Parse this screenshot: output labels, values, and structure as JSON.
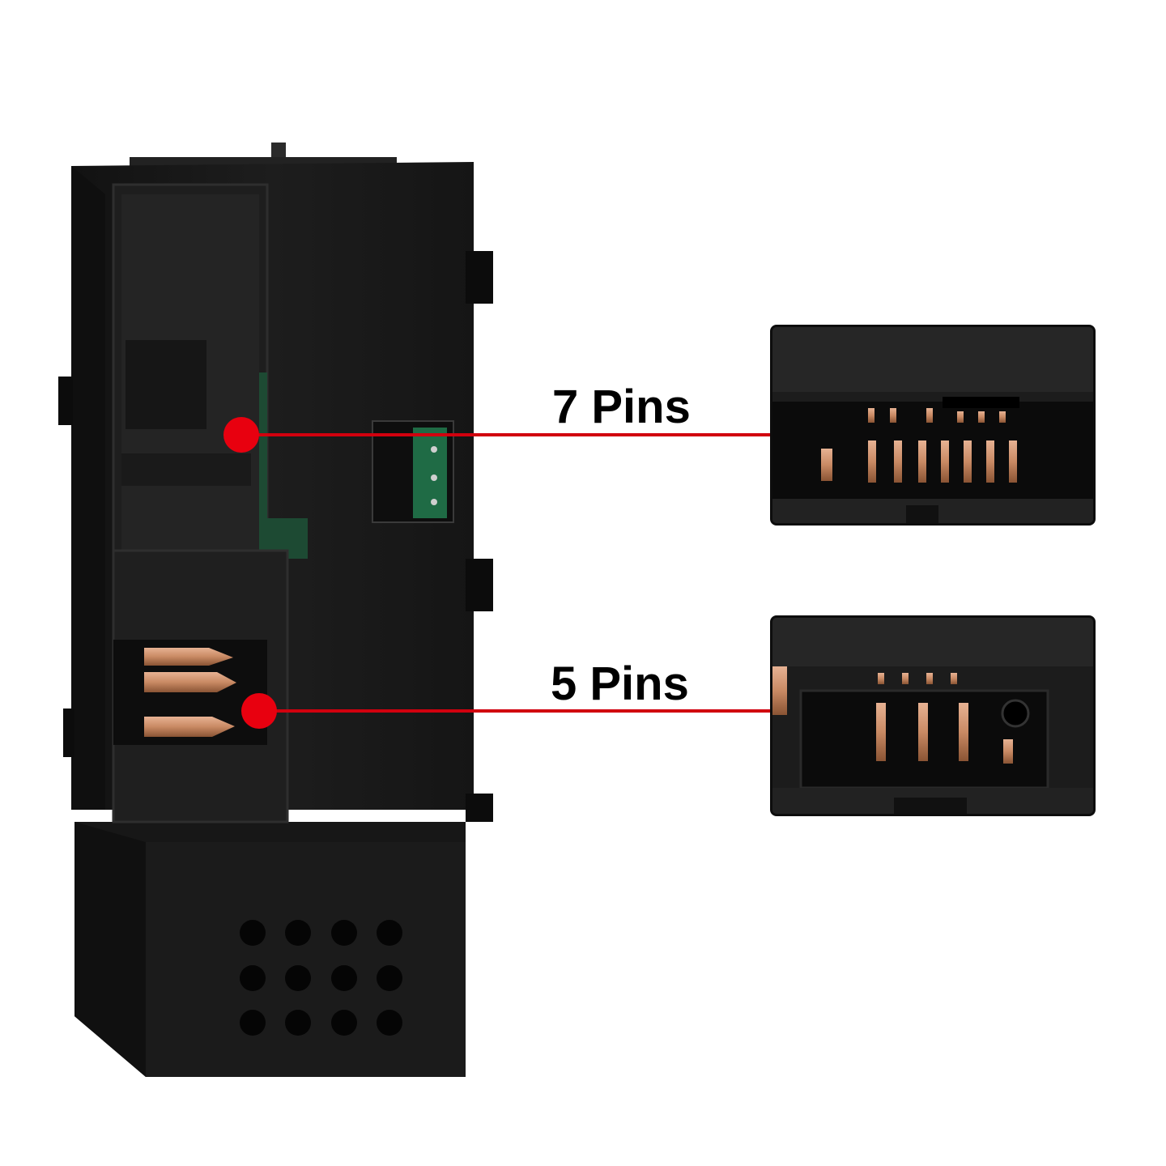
{
  "callouts": [
    {
      "id": "top",
      "label": "7 Pins",
      "pin_count": 7
    },
    {
      "id": "bottom",
      "label": "5 Pins",
      "pin_count": 5
    }
  ],
  "colors": {
    "background": "#ffffff",
    "housing": "#161616",
    "housing_highlight": "#2e2e2e",
    "marker": "#e8000f",
    "leader_line": "#d1000e",
    "copper": "#c98a64",
    "pcb_green": "#1f6b45"
  },
  "icons": [
    "dot-marker-icon"
  ]
}
